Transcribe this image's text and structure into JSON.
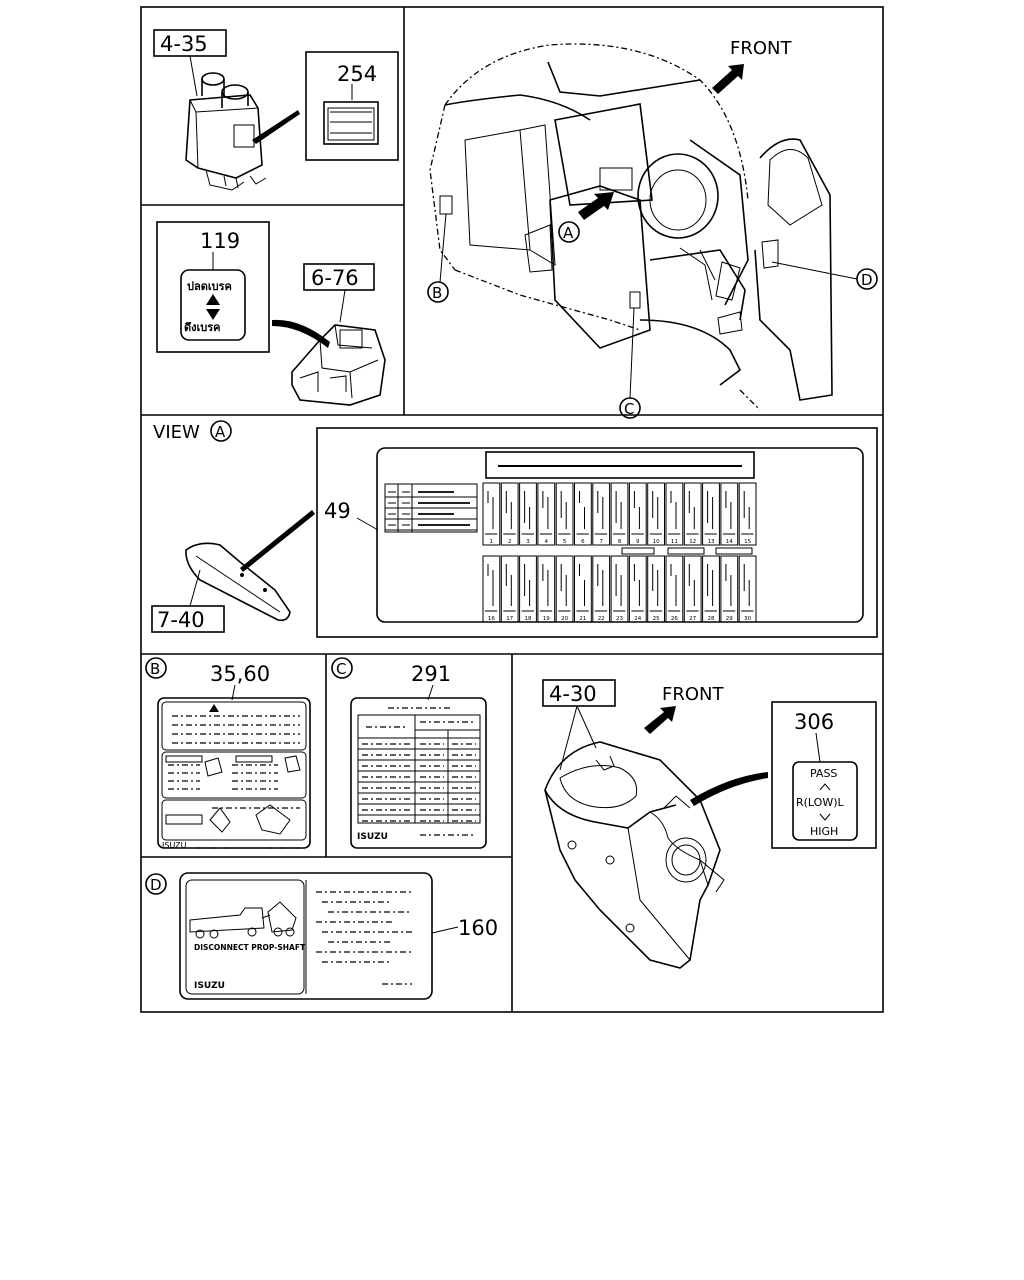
{
  "panels": {
    "p1": {
      "callout": "4-35",
      "label": "254"
    },
    "p2": {
      "part": "119",
      "label_top": "ปลดเบรค",
      "label_bottom": "ดึงเบรค",
      "callout": "6-76"
    },
    "p3": {
      "front": "FRONT",
      "refs": [
        "A",
        "B",
        "C",
        "D"
      ]
    },
    "view": {
      "title": "VIEW",
      "ref": "A",
      "label": "49",
      "callout": "7-40",
      "fuse_numbers_top": [
        "1",
        "2",
        "3",
        "4",
        "5",
        "6",
        "7",
        "8",
        "9",
        "10",
        "11",
        "12",
        "13",
        "14",
        "15"
      ],
      "fuse_numbers_bottom": [
        "16",
        "17",
        "18",
        "19",
        "20",
        "21",
        "22",
        "23",
        "24",
        "25",
        "26",
        "27",
        "28",
        "29",
        "30"
      ]
    },
    "pB": {
      "ref": "B",
      "label": "35,60",
      "brand": "ISUZU"
    },
    "pC": {
      "ref": "C",
      "label": "291",
      "brand": "ISUZU"
    },
    "pD": {
      "ref": "D",
      "label": "160",
      "caption": "DISCONNECT PROP-SHAFT",
      "brand": "ISUZU"
    },
    "pSw": {
      "callout": "4-30",
      "front": "FRONT",
      "label": "306",
      "switch_top": "PASS",
      "switch_mid": "R(LOW)L",
      "switch_bottom": "HIGH"
    }
  }
}
